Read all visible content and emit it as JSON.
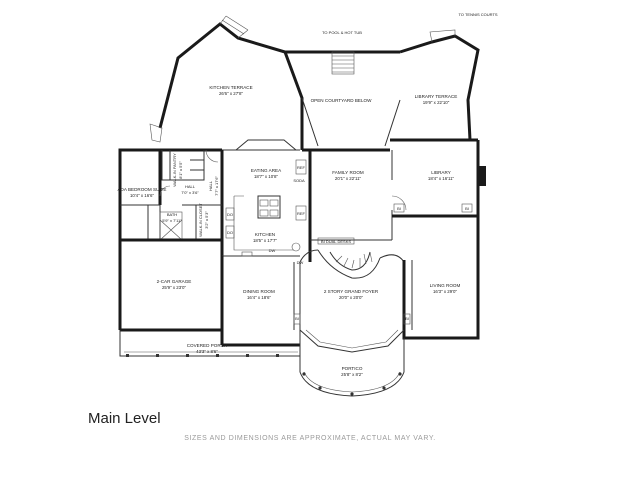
{
  "title": "Main Level",
  "disclaimer": "SIZES AND DIMENSIONS ARE APPROXIMATE, ACTUAL MAY VARY.",
  "labels": {
    "to_pool": "TO POOL & HOT TUB",
    "to_tennis": "TO TENNIS COURTS"
  },
  "rooms": [
    {
      "id": "kitchen-terrace",
      "name": "KITCHEN TERRACE",
      "dim": "26'6\" x 27'8\""
    },
    {
      "id": "open-courtyard",
      "name": "OPEN COURTYARD BELOW",
      "dim": ""
    },
    {
      "id": "library-terrace",
      "name": "LIBRARY TERRACE",
      "dim": "19'9\" x 22'10\""
    },
    {
      "id": "eating-area",
      "name": "EATING AREA",
      "dim": "18'7\" x 10'8\""
    },
    {
      "id": "family-room",
      "name": "FAMILY ROOM",
      "dim": "20'1\" x 22'11\""
    },
    {
      "id": "library",
      "name": "LIBRARY",
      "dim": "18'4\" x 16'11\""
    },
    {
      "id": "ada-bedroom-suite",
      "name": "ADA BEDROOM SUITE",
      "dim": "10'4\" x 16'6\""
    },
    {
      "id": "kitchen",
      "name": "KITCHEN",
      "dim": "18'5\" x 17'7\""
    },
    {
      "id": "hall",
      "name": "HALL",
      "dim": "7'0\" x 3'6\""
    },
    {
      "id": "two-car-garage",
      "name": "2-CAR GARAGE",
      "dim": "25'9\" x 23'0\""
    },
    {
      "id": "dining-room",
      "name": "DINING ROOM",
      "dim": "16'4\" x 18'6\""
    },
    {
      "id": "grand-foyer",
      "name": "2 STORY GRAND FOYER",
      "dim": "20'0\" x 20'0\""
    },
    {
      "id": "living-room",
      "name": "LIVING ROOM",
      "dim": "16'3\" x 29'0\""
    },
    {
      "id": "covered-porch",
      "name": "COVERED PORCH",
      "dim": "43'3\" x 8'6\""
    },
    {
      "id": "portico",
      "name": "PORTICO",
      "dim": "25'8\" x 8'2\""
    }
  ],
  "small_labels": {
    "walk_in_pantry": "WALK-IN PANTRY",
    "pantry_dim": "8'1\" x 5'5\"",
    "bath": "BATH",
    "bath_dim": "5'9\" x 7'11\"",
    "hall2": "HALL",
    "hall2_dim": "7'7\" x 17'6\"",
    "walk_in_closet": "WALK-IN CLOSET",
    "closet_dim": "3'2\" x 5'3\"",
    "ref": "REF",
    "soda": "SODA",
    "ref2": "REF",
    "dw": "DW",
    "dw2": "DW",
    "bi_dual_desks": "BI DUAL DESKS",
    "bi1": "BI",
    "bi2": "BI",
    "bi3": "BI",
    "bi4": "BI",
    "do1": "DO",
    "do2": "DO"
  }
}
